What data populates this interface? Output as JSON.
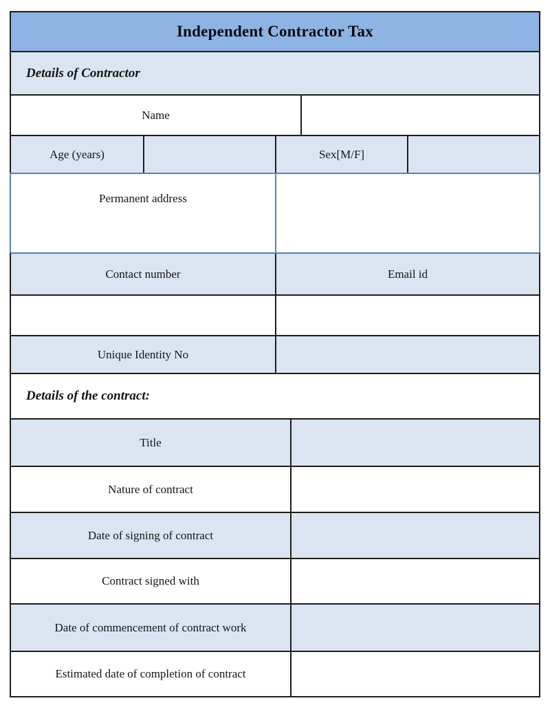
{
  "title": "Independent Contractor Tax",
  "sections": {
    "contractor": "Details of Contractor",
    "contract": "Details of the contract:"
  },
  "fields": {
    "name": "Name",
    "age": "Age (years)",
    "sex": "Sex[M/F]",
    "permanent_address": "Permanent address",
    "contact_number": "Contact number",
    "email_id": "Email id",
    "unique_identity_no": "Unique Identity No",
    "title": "Title",
    "nature_of_contract": "Nature of contract",
    "date_of_signing": "Date of signing of contract",
    "contract_signed_with": "Contract signed with",
    "date_of_commencement": "Date of commencement of contract work",
    "estimated_completion": "Estimated date of completion of contract"
  },
  "colors": {
    "header_bg": "#8db4e2",
    "shaded_row_bg": "#dbe5f1",
    "highlight_border": "#4f81bd",
    "table_border": "#1c1c1c"
  }
}
